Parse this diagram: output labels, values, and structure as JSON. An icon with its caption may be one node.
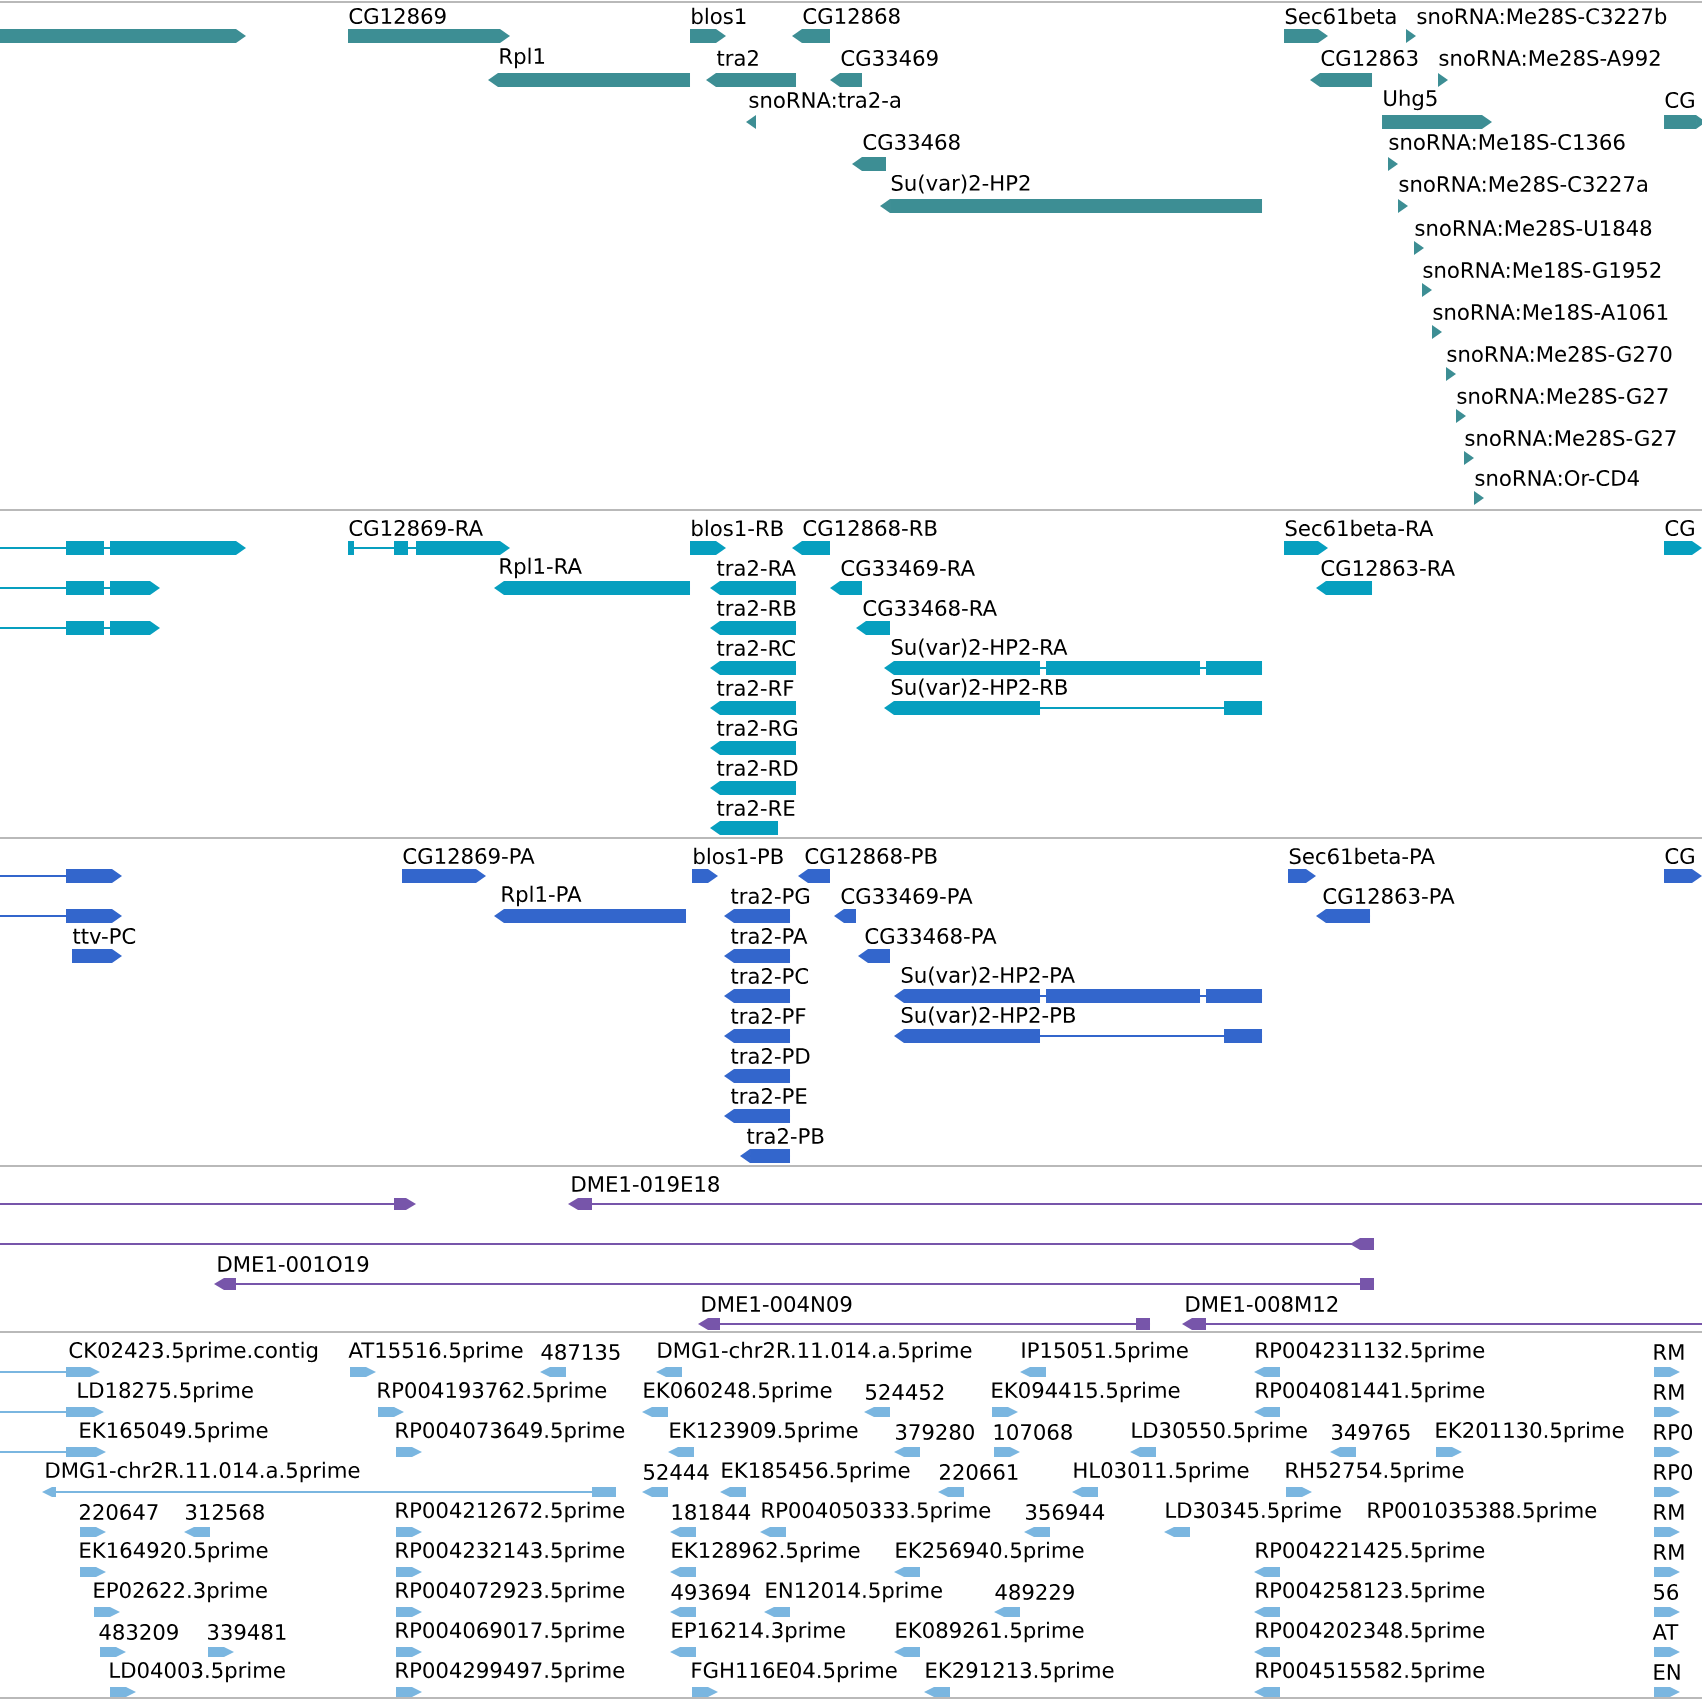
{
  "diagram": {
    "labels": [
      "CG12869",
      "blos1",
      "CG12868",
      "Sec61beta",
      "snoRNA:Me28S-C3227b",
      "Rpl1",
      "tra2",
      "CG33469",
      "CG12863",
      "snoRNA:Me28S-A992",
      "snoRNA:tra2-a",
      "Uhg5",
      "CG",
      "CG33468",
      "snoRNA:Me18S-C1366",
      "Su(var)2-HP2",
      "snoRNA:Me28S-C3227a",
      "snoRNA:Me28S-U1848",
      "snoRNA:Me18S-G1952",
      "snoRNA:Me18S-A1061",
      "snoRNA:Me28S-G270",
      "snoRNA:Me28S-G27",
      "snoRNA:Me28S-G27",
      "snoRNA:Or-CD4",
      "CG12869-RA",
      "blos1-RB",
      "CG12868-RB",
      "Sec61beta-RA",
      "CG",
      "Rpl1-RA",
      "tra2-RA",
      "CG33469-RA",
      "CG12863-RA",
      "tra2-RB",
      "CG33468-RA",
      "tra2-RC",
      "Su(var)2-HP2-RA",
      "tra2-RF",
      "Su(var)2-HP2-RB",
      "tra2-RG",
      "tra2-RD",
      "tra2-RE",
      "CG12869-PA",
      "blos1-PB",
      "CG12868-PB",
      "Sec61beta-PA",
      "CG",
      "Rpl1-PA",
      "tra2-PG",
      "CG33469-PA",
      "CG12863-PA",
      "ttv-PC",
      "tra2-PA",
      "CG33468-PA",
      "tra2-PC",
      "Su(var)2-HP2-PA",
      "tra2-PF",
      "Su(var)2-HP2-PB",
      "tra2-PD",
      "tra2-PE",
      "tra2-PB",
      "DME1-019E18",
      "DME1-001O19",
      "DME1-004N09",
      "DME1-008M12",
      "CK02423.5prime.contig",
      "AT15516.5prime",
      "487135",
      "DMG1-chr2R.11.014.a.5prime",
      "IP15051.5prime",
      "RP004231132.5prime",
      "RM",
      "LD18275.5prime",
      "RP004193762.5prime",
      "EK060248.5prime",
      "524452",
      "EK094415.5prime",
      "RP004081441.5prime",
      "RM",
      "EK165049.5prime",
      "RP004073649.5prime",
      "EK123909.5prime",
      "379280",
      "107068",
      "LD30550.5prime",
      "349765",
      "EK201130.5prime",
      "RP0",
      "DMG1-chr2R.11.014.a.5prime",
      "52444",
      "EK185456.5prime",
      "220661",
      "HL03011.5prime",
      "RH52754.5prime",
      "RP0",
      "220647",
      "312568",
      "RP004212672.5prime",
      "181844",
      "RP004050333.5prime",
      "356944",
      "LD30345.5prime",
      "RP001035388.5prime",
      "RM",
      "EK164920.5prime",
      "RP004232143.5prime",
      "EK128962.5prime",
      "EK256940.5prime",
      "RP004221425.5prime",
      "RM",
      "EP02622.3prime",
      "RP004072923.5prime",
      "493694",
      "EN12014.5prime",
      "489229",
      "RP004258123.5prime",
      "56",
      "483209",
      "339481",
      "RP004069017.5prime",
      "EP16214.3prime",
      "EK089261.5prime",
      "RP004202348.5prime",
      "AT",
      "LD04003.5prime",
      "RP004299497.5prime",
      "FGH116E04.5prime",
      "EK291213.5prime",
      "RP004515582.5prime",
      "EN"
    ]
  }
}
